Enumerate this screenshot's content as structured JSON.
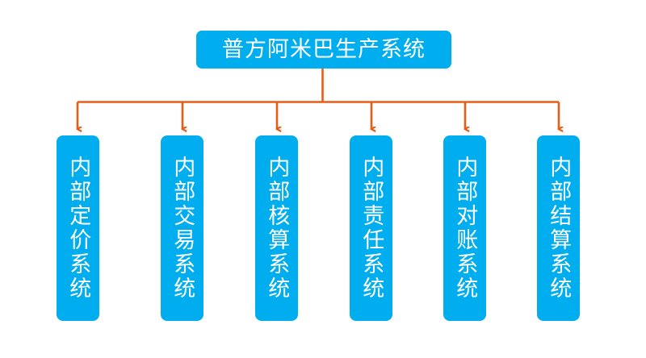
{
  "diagram": {
    "type": "organization-hierarchy",
    "background_color": "#FFFFFF",
    "node_color": "#00ADEE",
    "connector_color": "#E65D15",
    "text_color": "#FFFFFF",
    "root": {
      "label": "普方阿米巴生产系统"
    },
    "children": [
      {
        "label": "内部定价系统"
      },
      {
        "label": "内部交易系统"
      },
      {
        "label": "内部核算系统"
      },
      {
        "label": "内部责任系统"
      },
      {
        "label": "内部对账系统"
      },
      {
        "label": "内部结算系统"
      }
    ]
  }
}
